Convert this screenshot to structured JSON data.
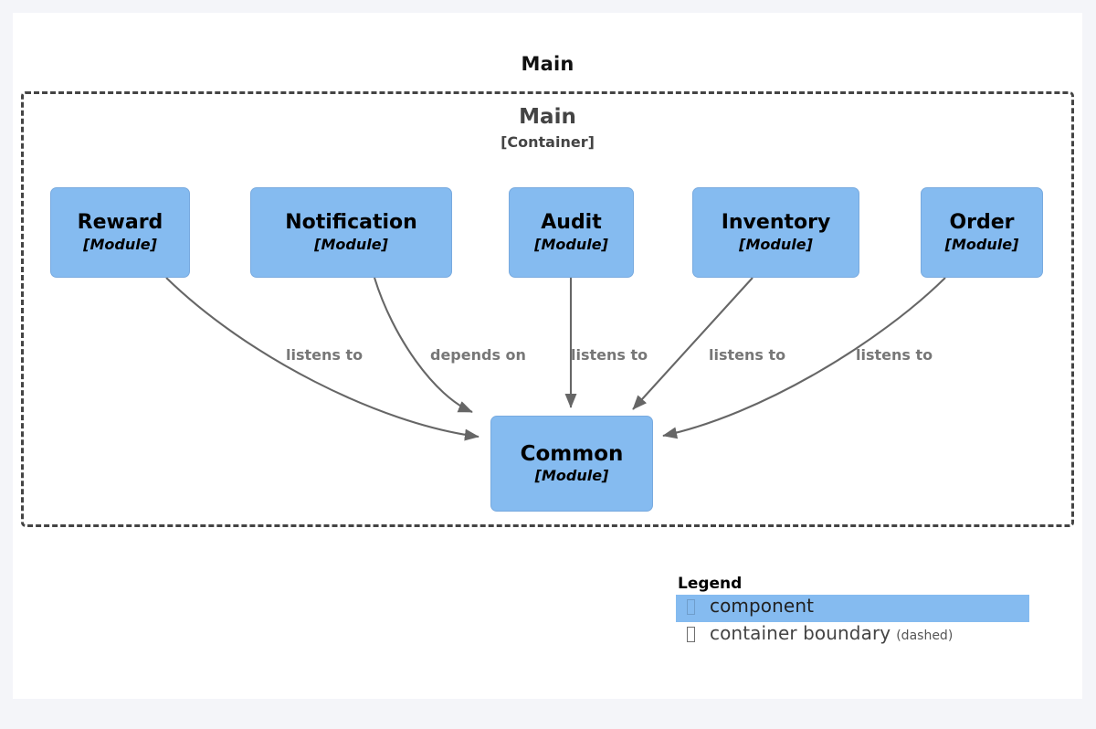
{
  "diagram": {
    "title": "Main",
    "container": {
      "name": "Main",
      "type": "[Container]",
      "style": "dashed"
    },
    "colors": {
      "component_fill": "#85bbf0",
      "component_stroke": "#78aadf",
      "boundary_stroke": "#444444",
      "edge_stroke": "#666666",
      "edge_label": "#777777",
      "canvas": "#ffffff",
      "page_background": "#f4f5f9"
    },
    "nodes": [
      {
        "id": "reward",
        "name": "Reward",
        "type": "[Module]"
      },
      {
        "id": "notification",
        "name": "Notification",
        "type": "[Module]"
      },
      {
        "id": "audit",
        "name": "Audit",
        "type": "[Module]"
      },
      {
        "id": "inventory",
        "name": "Inventory",
        "type": "[Module]"
      },
      {
        "id": "order",
        "name": "Order",
        "type": "[Module]"
      },
      {
        "id": "common",
        "name": "Common",
        "type": "[Module]"
      }
    ],
    "edges": [
      {
        "from": "reward",
        "to": "common",
        "label": "listens to"
      },
      {
        "from": "notification",
        "to": "common",
        "label": "depends on"
      },
      {
        "from": "audit",
        "to": "common",
        "label": "listens to"
      },
      {
        "from": "inventory",
        "to": "common",
        "label": "listens to"
      },
      {
        "from": "order",
        "to": "common",
        "label": "listens to"
      }
    ]
  },
  "legend": {
    "title": "Legend",
    "items": [
      {
        "glyph": "tofu-box-glyph",
        "label": "component",
        "note": ""
      },
      {
        "glyph": "tofu-box-glyph",
        "label": "container boundary",
        "note": "(dashed)"
      }
    ]
  }
}
